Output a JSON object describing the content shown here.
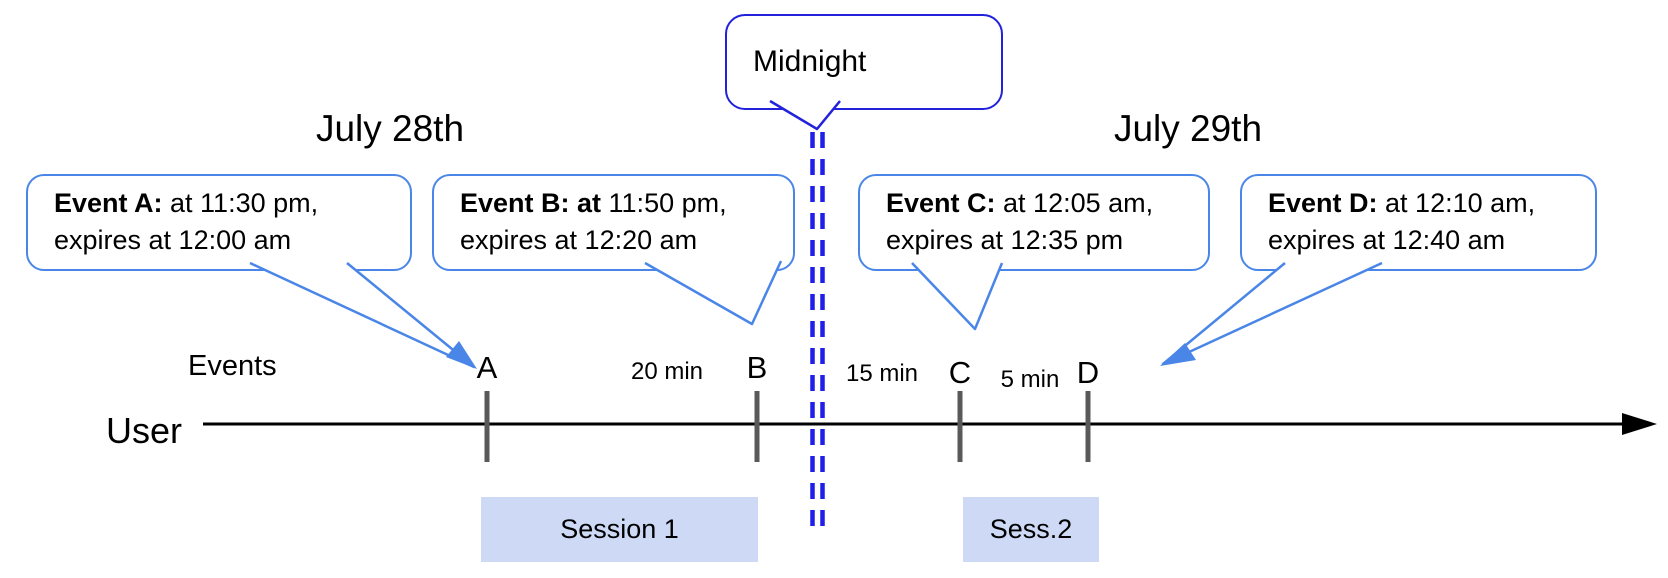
{
  "titles": {
    "left": "July 28th",
    "right": "July 29th"
  },
  "midnight": {
    "label": "Midnight"
  },
  "events": [
    {
      "bold": "Event A:",
      "rest": " at 11:30 pm,",
      "line2": "expires at 12:00 am"
    },
    {
      "bold": "Event B: at",
      "rest": " 11:50 pm,",
      "line2": "expires at 12:20 am"
    },
    {
      "bold": "Event C:",
      "rest": " at 12:05 am,",
      "line2": "expires at 12:35 pm"
    },
    {
      "bold": "Event D:",
      "rest": " at 12:10 am,",
      "line2": "expires at 12:40 am"
    }
  ],
  "timeline": {
    "events_label": "Events",
    "user_label": "User",
    "tick_labels": [
      "A",
      "B",
      "C",
      "D"
    ],
    "intervals": [
      {
        "label": "20 min"
      },
      {
        "label": "15 min"
      },
      {
        "label": "5 min"
      }
    ]
  },
  "sessions": [
    {
      "label": "Session 1"
    },
    {
      "label": "Sess.2"
    }
  ],
  "colors": {
    "bubble_border": "#4a86e8",
    "midnight_border": "#2222dd",
    "dash": "#1f1fe8",
    "session_fill": "#cdd9f5",
    "tick": "#595959"
  }
}
